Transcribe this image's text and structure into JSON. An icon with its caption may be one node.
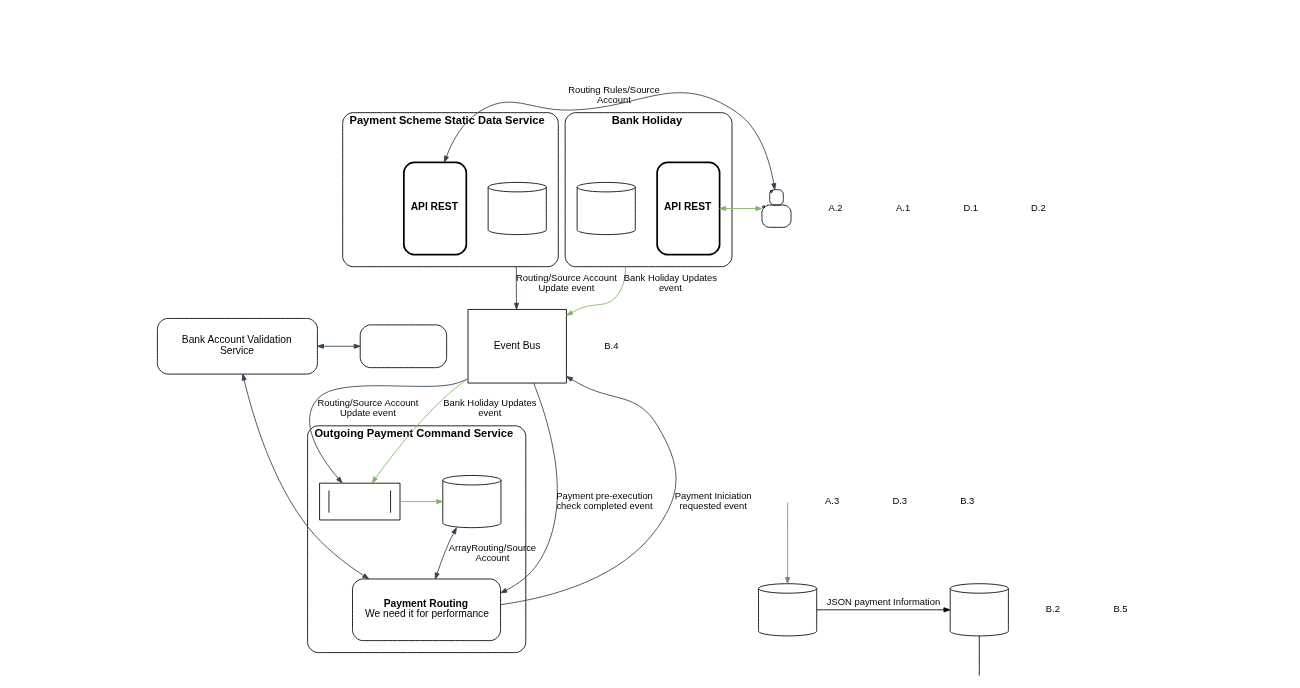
{
  "diagram": {
    "nodes": [
      {
        "text": [
          "Event Bus"
        ]
      },
      {
        "text": [
          "Payment Scheme Static Data Service"
        ]
      },
      {
        "text": [],
        "shape": "cylinder",
        "in": 1
      },
      {
        "text": [
          "API REST"
        ],
        "in": 1
      },
      {
        "text": [],
        "shape": "person"
      },
      {
        "text": [
          "Bank Holiday"
        ]
      },
      {
        "text": [
          "API REST"
        ],
        "in": 5
      },
      {
        "text": [],
        "shape": "cylinder",
        "in": 5
      },
      {
        "text": [
          "Outgoing Payment Command Service"
        ]
      },
      {
        "text": [],
        "shape": "box",
        "in": 8
      },
      {
        "text": [],
        "shape": "cylinder",
        "in": 8
      },
      {
        "text": [
          "Payment Routing",
          "We need it for performance"
        ],
        "in": 8
      },
      {
        "text": [
          "Bank Account Validation Service"
        ]
      },
      {
        "text": [],
        "shape": "box"
      },
      {
        "text": [],
        "shape": "cylinder"
      },
      {
        "text": [],
        "shape": "cylinder"
      }
    ],
    "edges": [
      {
        "from": 1,
        "to": 0,
        "arrow": "to",
        "label": "Routing/Source Account Update event"
      },
      {
        "from": 4,
        "to": 3,
        "arrow": "both",
        "label": "Routing Rules/Source Account"
      },
      {
        "from": 4,
        "to": 6,
        "arrow": "both",
        "color": "#82b366"
      },
      {
        "from": 5,
        "to": 0,
        "arrow": "to",
        "label": "Bank Holiday Updates event",
        "color": "#82b366"
      },
      {
        "from": 0,
        "to": 9,
        "arrow": "to",
        "label": "Routing/Source Account Update event"
      },
      {
        "from": 0,
        "to": 9,
        "arrow": "to",
        "label": "Bank Holiday Updates event",
        "color": "#82b366"
      },
      {
        "from": 9,
        "to": 10,
        "arrow": "to",
        "color": "#82b366"
      },
      {
        "from": 10,
        "to": 11,
        "arrow": "both",
        "label": "ArrayRouting/Source Account"
      },
      {
        "from": 0,
        "to": 11,
        "arrow": "to",
        "label": "Payment pre-execution check completed event"
      },
      {
        "from": 11,
        "to": 0,
        "arrow": "to",
        "label": "Payment Iniciation requested event"
      },
      {
        "from": 12,
        "to": 11,
        "arrow": "both"
      },
      {
        "from": 12,
        "to": 13,
        "arrow": "both"
      },
      {
        "from": 14,
        "to": 15,
        "arrow": "to",
        "label": "JSON payment Information",
        "color": "#000000"
      },
      {
        "from": null,
        "to": 14,
        "arrow": "to",
        "color": "#808080"
      },
      {
        "from": 15,
        "to": null,
        "arrow": "none",
        "color": "#000000"
      }
    ],
    "labels": [
      "A.2",
      "A.1",
      "D.1",
      "D.2",
      "A.3",
      "D.3",
      "B.3",
      "B.4",
      "B.2",
      "B.5"
    ]
  }
}
